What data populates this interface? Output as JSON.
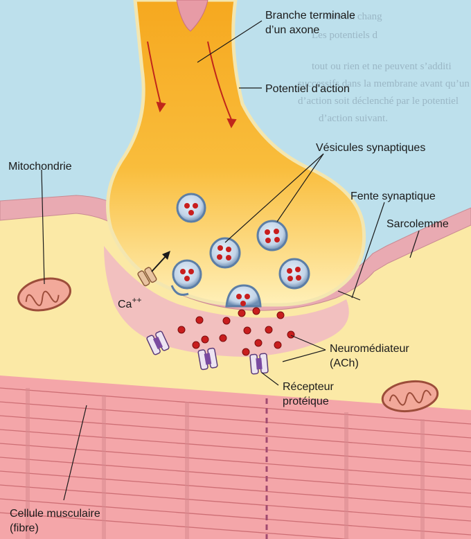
{
  "labels": {
    "branche_line1": "Branche terminale",
    "branche_line2": "d’un axone",
    "potentiel": "Potentiel d’action",
    "vesicules": "Vésicules synaptiques",
    "mitochondrie": "Mitochondrie",
    "fente": "Fente synaptique",
    "sarcolemme": "Sarcolemme",
    "ca": "Ca",
    "ca_sup": "++",
    "neuro_line1": "Neuromédiateur",
    "neuro_line2": "(ACh)",
    "recepteur_line1": "Récepteur",
    "recepteur_line2": "protéique",
    "cellule_line1": "Cellule musculaire",
    "cellule_line2": "(fibre)"
  },
  "background_text": [
    "dire un chang",
    "Les potentiels d",
    "tout ou rien et ne peuvent s’additi",
    "successifs dans la membrane avant qu’un potentiel",
    "d’action soit déclenché par le potentiel",
    "d’action suivant."
  ],
  "colors": {
    "extracellular": "#bfe0ec",
    "axon": "#f7b22e",
    "axon_light": "#fde9a6",
    "sarcolemma": "#e8a9b1",
    "muscle": "#fbe9a8",
    "myofibril": "#f2a4a8",
    "vesicle": "#7f9fc0",
    "ach": "#c81e1e",
    "receptor": "#7a4aa0"
  }
}
